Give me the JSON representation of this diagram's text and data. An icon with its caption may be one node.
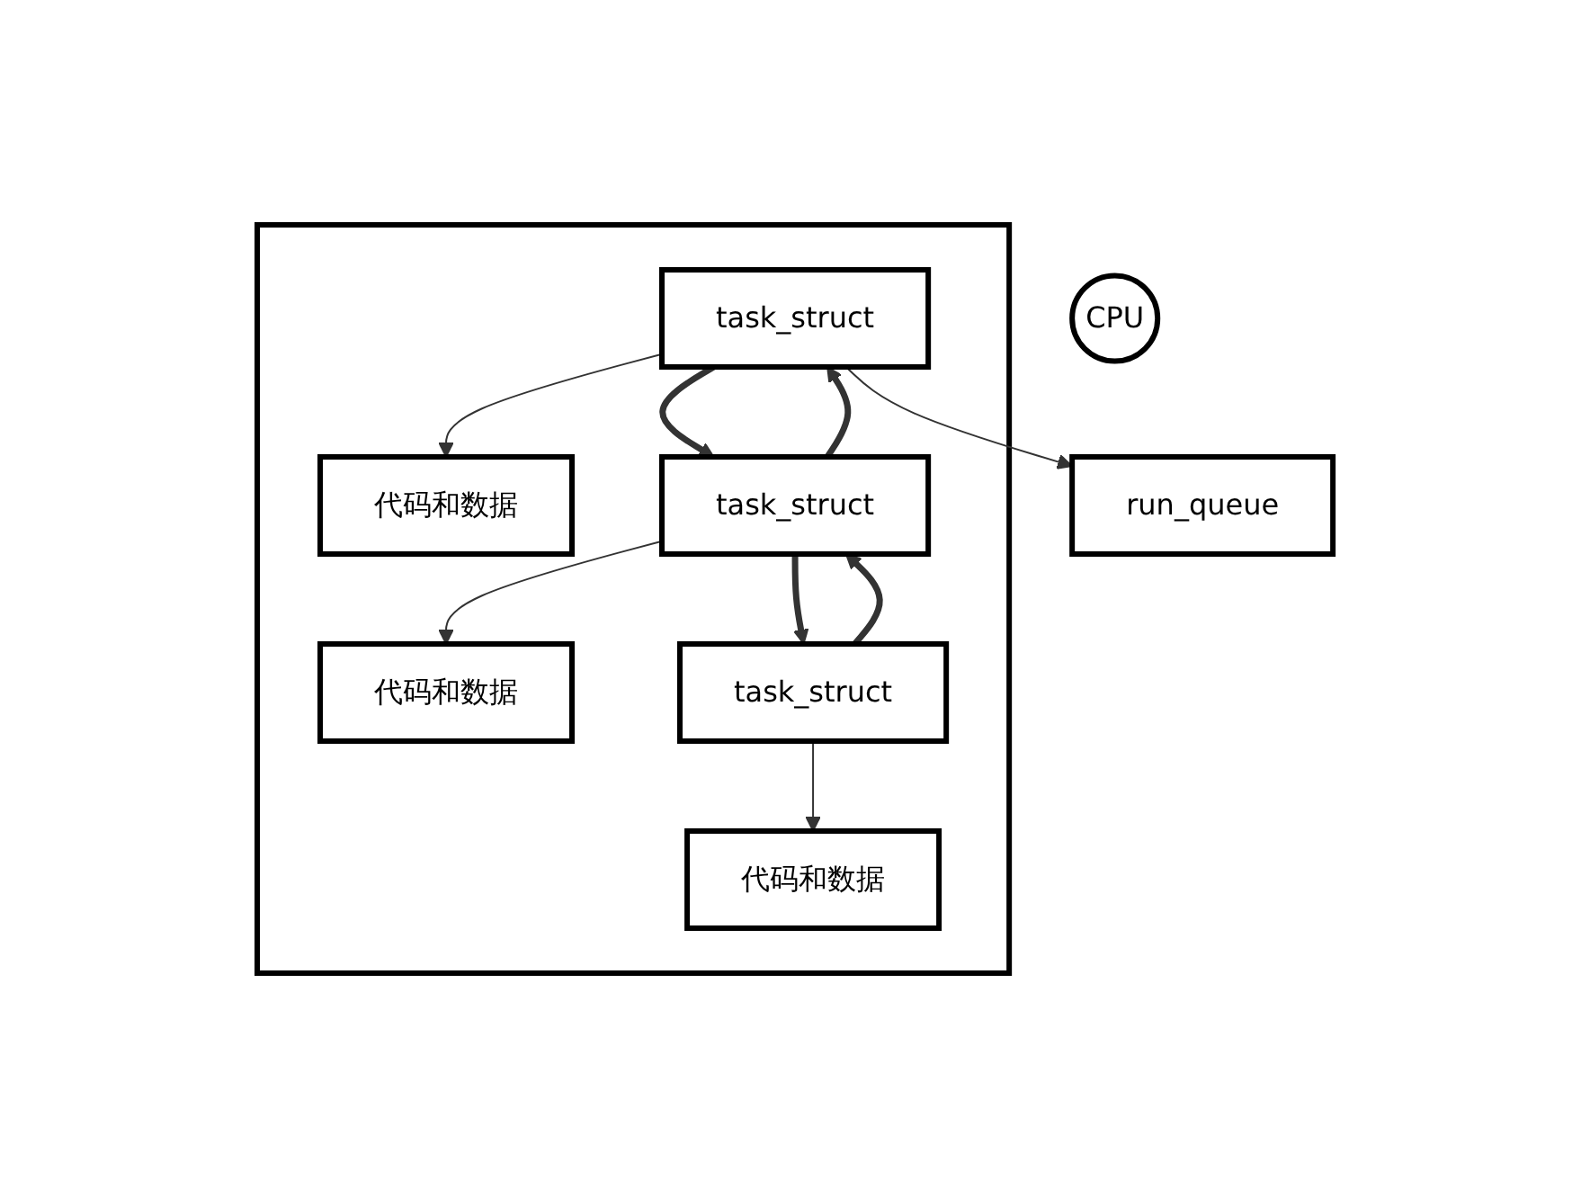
{
  "diagram": {
    "nodes": [
      {
        "text": [
          "run_queue"
        ]
      },
      {
        "text": [
          "CPU"
        ]
      },
      {
        "text": [],
        "shape": "box"
      },
      {
        "text": [
          "task_struct"
        ],
        "in": 2
      },
      {
        "text": [
          "代码和数据"
        ],
        "in": 2
      },
      {
        "text": [
          "task_struct"
        ],
        "in": 2
      },
      {
        "text": [
          "代码和数据"
        ],
        "in": 2
      },
      {
        "text": [
          "task_struct"
        ],
        "in": 2
      },
      {
        "text": [
          "代码和数据"
        ],
        "in": 2
      }
    ],
    "edges": [
      {
        "from": 3,
        "to": 0,
        "arrow": "to"
      },
      {
        "from": 3,
        "to": 4,
        "arrow": "to"
      },
      {
        "from": 3,
        "to": 5,
        "arrow": "to",
        "style": "thick"
      },
      {
        "from": 5,
        "to": 3,
        "arrow": "to",
        "style": "thick"
      },
      {
        "from": 5,
        "to": 6,
        "arrow": "to"
      },
      {
        "from": 5,
        "to": 7,
        "arrow": "to",
        "style": "thick"
      },
      {
        "from": 7,
        "to": 5,
        "arrow": "to",
        "style": "thick"
      },
      {
        "from": 7,
        "to": 8,
        "arrow": "to"
      }
    ]
  }
}
